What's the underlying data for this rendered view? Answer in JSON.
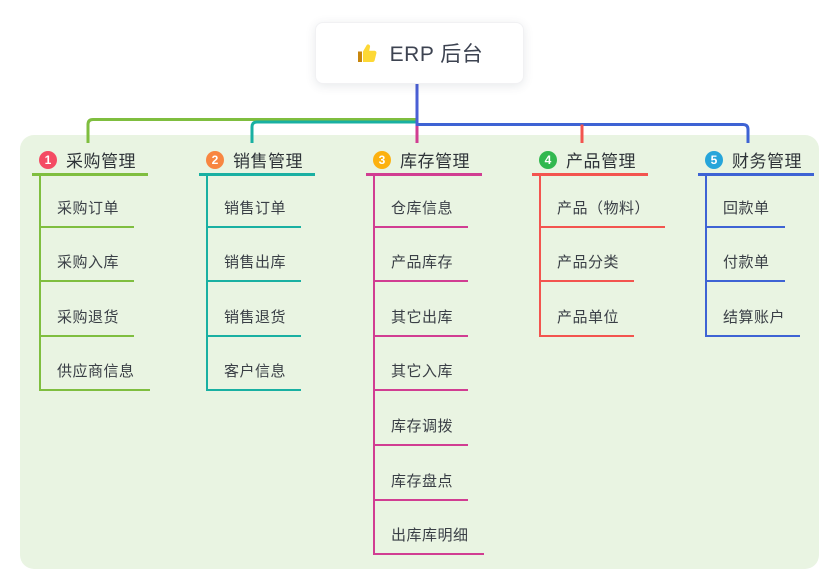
{
  "canvas": {
    "background": "#ffffff",
    "panel_background": "#e9f4e2"
  },
  "root": {
    "title": "ERP 后台",
    "icon": "thumbs-up-icon",
    "icon_colors": {
      "hand": "#fdd835",
      "sleeve": "#c8860d"
    },
    "connector_color": "#4a5fd5"
  },
  "branches": [
    {
      "index": "1",
      "label": "采购管理",
      "badge_color": "#f44b63",
      "line_color": "#7fbe3f",
      "children": [
        "采购订单",
        "采购入库",
        "采购退货",
        "供应商信息"
      ]
    },
    {
      "index": "2",
      "label": "销售管理",
      "badge_color": "#f88641",
      "line_color": "#19b0a2",
      "children": [
        "销售订单",
        "销售出库",
        "销售退货",
        "客户信息"
      ]
    },
    {
      "index": "3",
      "label": "库存管理",
      "badge_color": "#fcb110",
      "line_color": "#d13d92",
      "children": [
        "仓库信息",
        "产品库存",
        "其它出库",
        "其它入库",
        "库存调拨",
        "库存盘点",
        "出库库明细"
      ]
    },
    {
      "index": "4",
      "label": "产品管理",
      "badge_color": "#31b84f",
      "line_color": "#f3544f",
      "children": [
        "产品（物料）",
        "产品分类",
        "产品单位"
      ]
    },
    {
      "index": "5",
      "label": "财务管理",
      "badge_color": "#26a5da",
      "line_color": "#3e63d4",
      "children": [
        "回款单",
        "付款单",
        "结算账户"
      ]
    }
  ]
}
